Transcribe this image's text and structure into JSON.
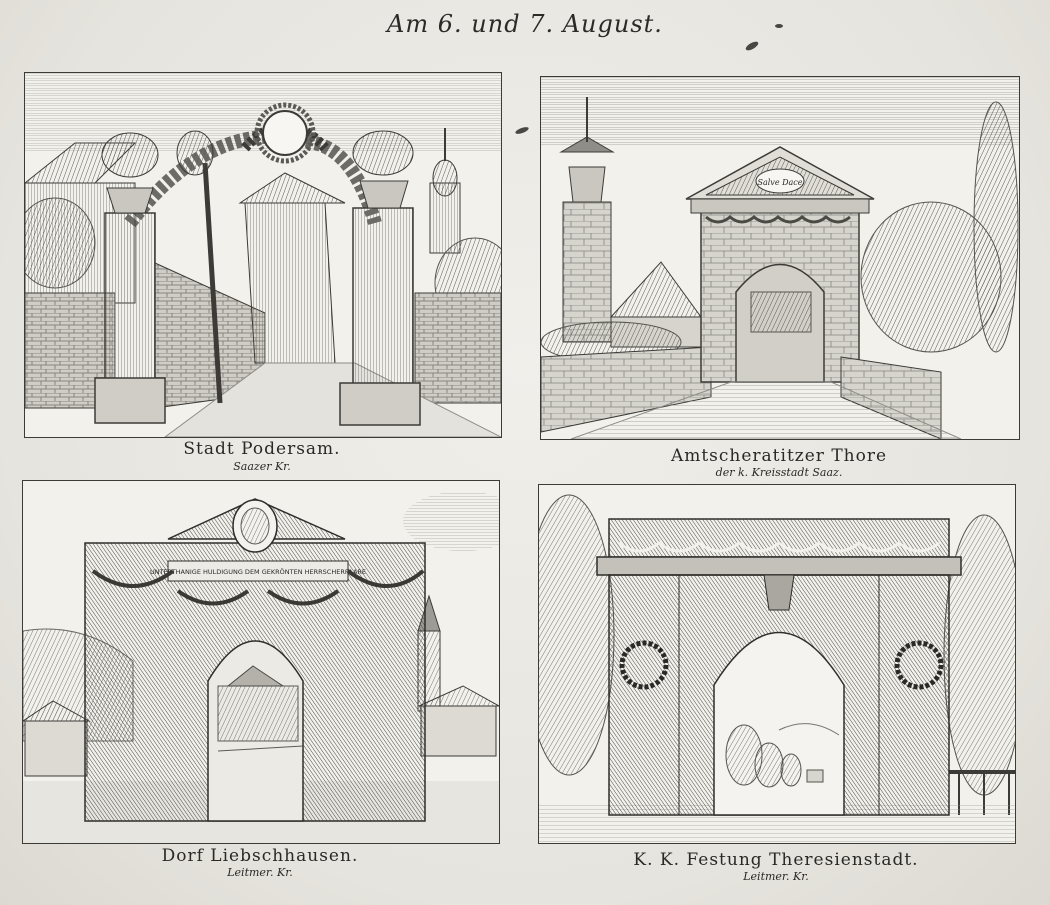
{
  "header": {
    "title": "Am 6. und 7. August."
  },
  "plates": [
    {
      "caption": "Stadt Podersam.",
      "subcaption": "Saazer Kr.",
      "wreath_text": "",
      "inscription": ""
    },
    {
      "caption": "Amtscheratitzer Thore",
      "subcaption": "der k. Kreisstadt Saaz.",
      "wreath_text": "",
      "inscription": "Salve Dace"
    },
    {
      "caption": "Dorf Liebschhausen.",
      "subcaption": "Leitmer. Kr.",
      "wreath_text": "",
      "inscription": "UNTERTHANIGE HULDIGUNG DEM GEKRÖNTEN HERRSCHERPAARE"
    },
    {
      "caption": "K. K. Festung Theresienstadt.",
      "subcaption": "Leitmer. Kr.",
      "wreath_text": "",
      "inscription": ""
    }
  ],
  "colors": {
    "ink": "#2a2926",
    "paper": "#f2f1ec",
    "stone": "#8f8d87",
    "stone_dark": "#5b5a55"
  }
}
